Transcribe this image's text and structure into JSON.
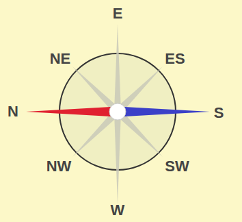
{
  "diagram": {
    "labels": [
      "E",
      "NE",
      "ES",
      "N",
      "S",
      "NW",
      "SW",
      "W"
    ]
  }
}
